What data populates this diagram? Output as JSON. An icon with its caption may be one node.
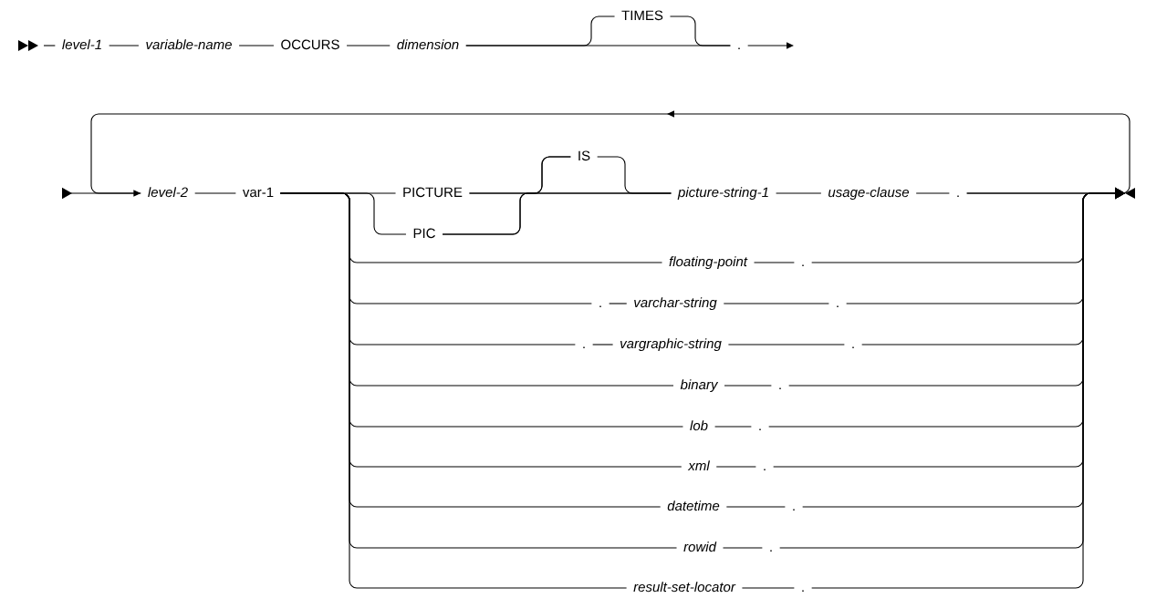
{
  "diagram": {
    "nodes": [
      {
        "text": [
          "level-1"
        ]
      },
      {
        "text": [
          "variable-name"
        ]
      },
      {
        "text": [
          "OCCURS"
        ]
      },
      {
        "text": [
          "dimension"
        ]
      },
      {
        "text": [
          "TIMES"
        ]
      },
      {
        "text": [
          "."
        ]
      },
      {
        "text": [
          "level-2"
        ]
      },
      {
        "text": [
          "var-1"
        ]
      },
      {
        "text": [
          "PICTURE"
        ]
      },
      {
        "text": [
          "PIC"
        ]
      },
      {
        "text": [
          "IS"
        ]
      },
      {
        "text": [
          "picture-string-1"
        ]
      },
      {
        "text": [
          "usage-clause"
        ]
      },
      {
        "text": [
          "."
        ]
      },
      {
        "text": [
          "floating-point"
        ]
      },
      {
        "text": [
          "."
        ]
      },
      {
        "text": [
          "."
        ]
      },
      {
        "text": [
          "varchar-string"
        ]
      },
      {
        "text": [
          "."
        ]
      },
      {
        "text": [
          "."
        ]
      },
      {
        "text": [
          "vargraphic-string"
        ]
      },
      {
        "text": [
          "."
        ]
      },
      {
        "text": [
          "binary"
        ]
      },
      {
        "text": [
          "."
        ]
      },
      {
        "text": [
          "lob"
        ]
      },
      {
        "text": [
          "."
        ]
      },
      {
        "text": [
          "xml"
        ]
      },
      {
        "text": [
          "."
        ]
      },
      {
        "text": [
          "datetime"
        ]
      },
      {
        "text": [
          "."
        ]
      },
      {
        "text": [
          "rowid"
        ]
      },
      {
        "text": [
          "."
        ]
      },
      {
        "text": [
          "result-set-locator"
        ]
      },
      {
        "text": [
          "."
        ]
      }
    ],
    "edges": [
      {
        "from": null,
        "to": 0,
        "arrow": "none"
      },
      {
        "from": 0,
        "to": 1,
        "arrow": "none"
      },
      {
        "from": 1,
        "to": 2,
        "arrow": "none"
      },
      {
        "from": 2,
        "to": 3,
        "arrow": "none"
      },
      {
        "from": 3,
        "to": 5,
        "arrow": "none"
      },
      {
        "from": 3,
        "to": 4,
        "arrow": "none"
      },
      {
        "from": 4,
        "to": 5,
        "arrow": "none"
      },
      {
        "from": 5,
        "to": null,
        "arrow": "to"
      },
      {
        "from": null,
        "to": 6,
        "arrow": "to"
      },
      {
        "from": 6,
        "to": 7,
        "arrow": "none"
      },
      {
        "from": 7,
        "to": 8,
        "arrow": "none"
      },
      {
        "from": 7,
        "to": 9,
        "arrow": "none"
      },
      {
        "from": 8,
        "to": 10,
        "arrow": "none"
      },
      {
        "from": 9,
        "to": 10,
        "arrow": "none"
      },
      {
        "from": 8,
        "to": 11,
        "arrow": "none"
      },
      {
        "from": 9,
        "to": 11,
        "arrow": "none"
      },
      {
        "from": 10,
        "to": 11,
        "arrow": "none"
      },
      {
        "from": 11,
        "to": 12,
        "arrow": "none"
      },
      {
        "from": 12,
        "to": 13,
        "arrow": "none"
      },
      {
        "from": 13,
        "to": null,
        "arrow": "to"
      },
      {
        "from": 13,
        "to": 6,
        "arrow": "to"
      },
      {
        "from": 7,
        "to": 14,
        "arrow": "none"
      },
      {
        "from": 14,
        "to": 15,
        "arrow": "none"
      },
      {
        "from": 15,
        "to": null,
        "arrow": "to"
      },
      {
        "from": 7,
        "to": 16,
        "arrow": "none"
      },
      {
        "from": 16,
        "to": 17,
        "arrow": "none"
      },
      {
        "from": 17,
        "to": 18,
        "arrow": "none"
      },
      {
        "from": 18,
        "to": null,
        "arrow": "to"
      },
      {
        "from": 7,
        "to": 19,
        "arrow": "none"
      },
      {
        "from": 19,
        "to": 20,
        "arrow": "none"
      },
      {
        "from": 20,
        "to": 21,
        "arrow": "none"
      },
      {
        "from": 21,
        "to": null,
        "arrow": "to"
      },
      {
        "from": 7,
        "to": 22,
        "arrow": "none"
      },
      {
        "from": 22,
        "to": 23,
        "arrow": "none"
      },
      {
        "from": 23,
        "to": null,
        "arrow": "to"
      },
      {
        "from": 7,
        "to": 24,
        "arrow": "none"
      },
      {
        "from": 24,
        "to": 25,
        "arrow": "none"
      },
      {
        "from": 25,
        "to": null,
        "arrow": "to"
      },
      {
        "from": 7,
        "to": 26,
        "arrow": "none"
      },
      {
        "from": 26,
        "to": 27,
        "arrow": "none"
      },
      {
        "from": 27,
        "to": null,
        "arrow": "to"
      },
      {
        "from": 7,
        "to": 28,
        "arrow": "none"
      },
      {
        "from": 28,
        "to": 29,
        "arrow": "none"
      },
      {
        "from": 29,
        "to": null,
        "arrow": "to"
      },
      {
        "from": 7,
        "to": 30,
        "arrow": "none"
      },
      {
        "from": 30,
        "to": 31,
        "arrow": "none"
      },
      {
        "from": 31,
        "to": null,
        "arrow": "to"
      },
      {
        "from": 7,
        "to": 32,
        "arrow": "none"
      },
      {
        "from": 32,
        "to": 33,
        "arrow": "none"
      },
      {
        "from": 33,
        "to": null,
        "arrow": "to"
      }
    ]
  }
}
